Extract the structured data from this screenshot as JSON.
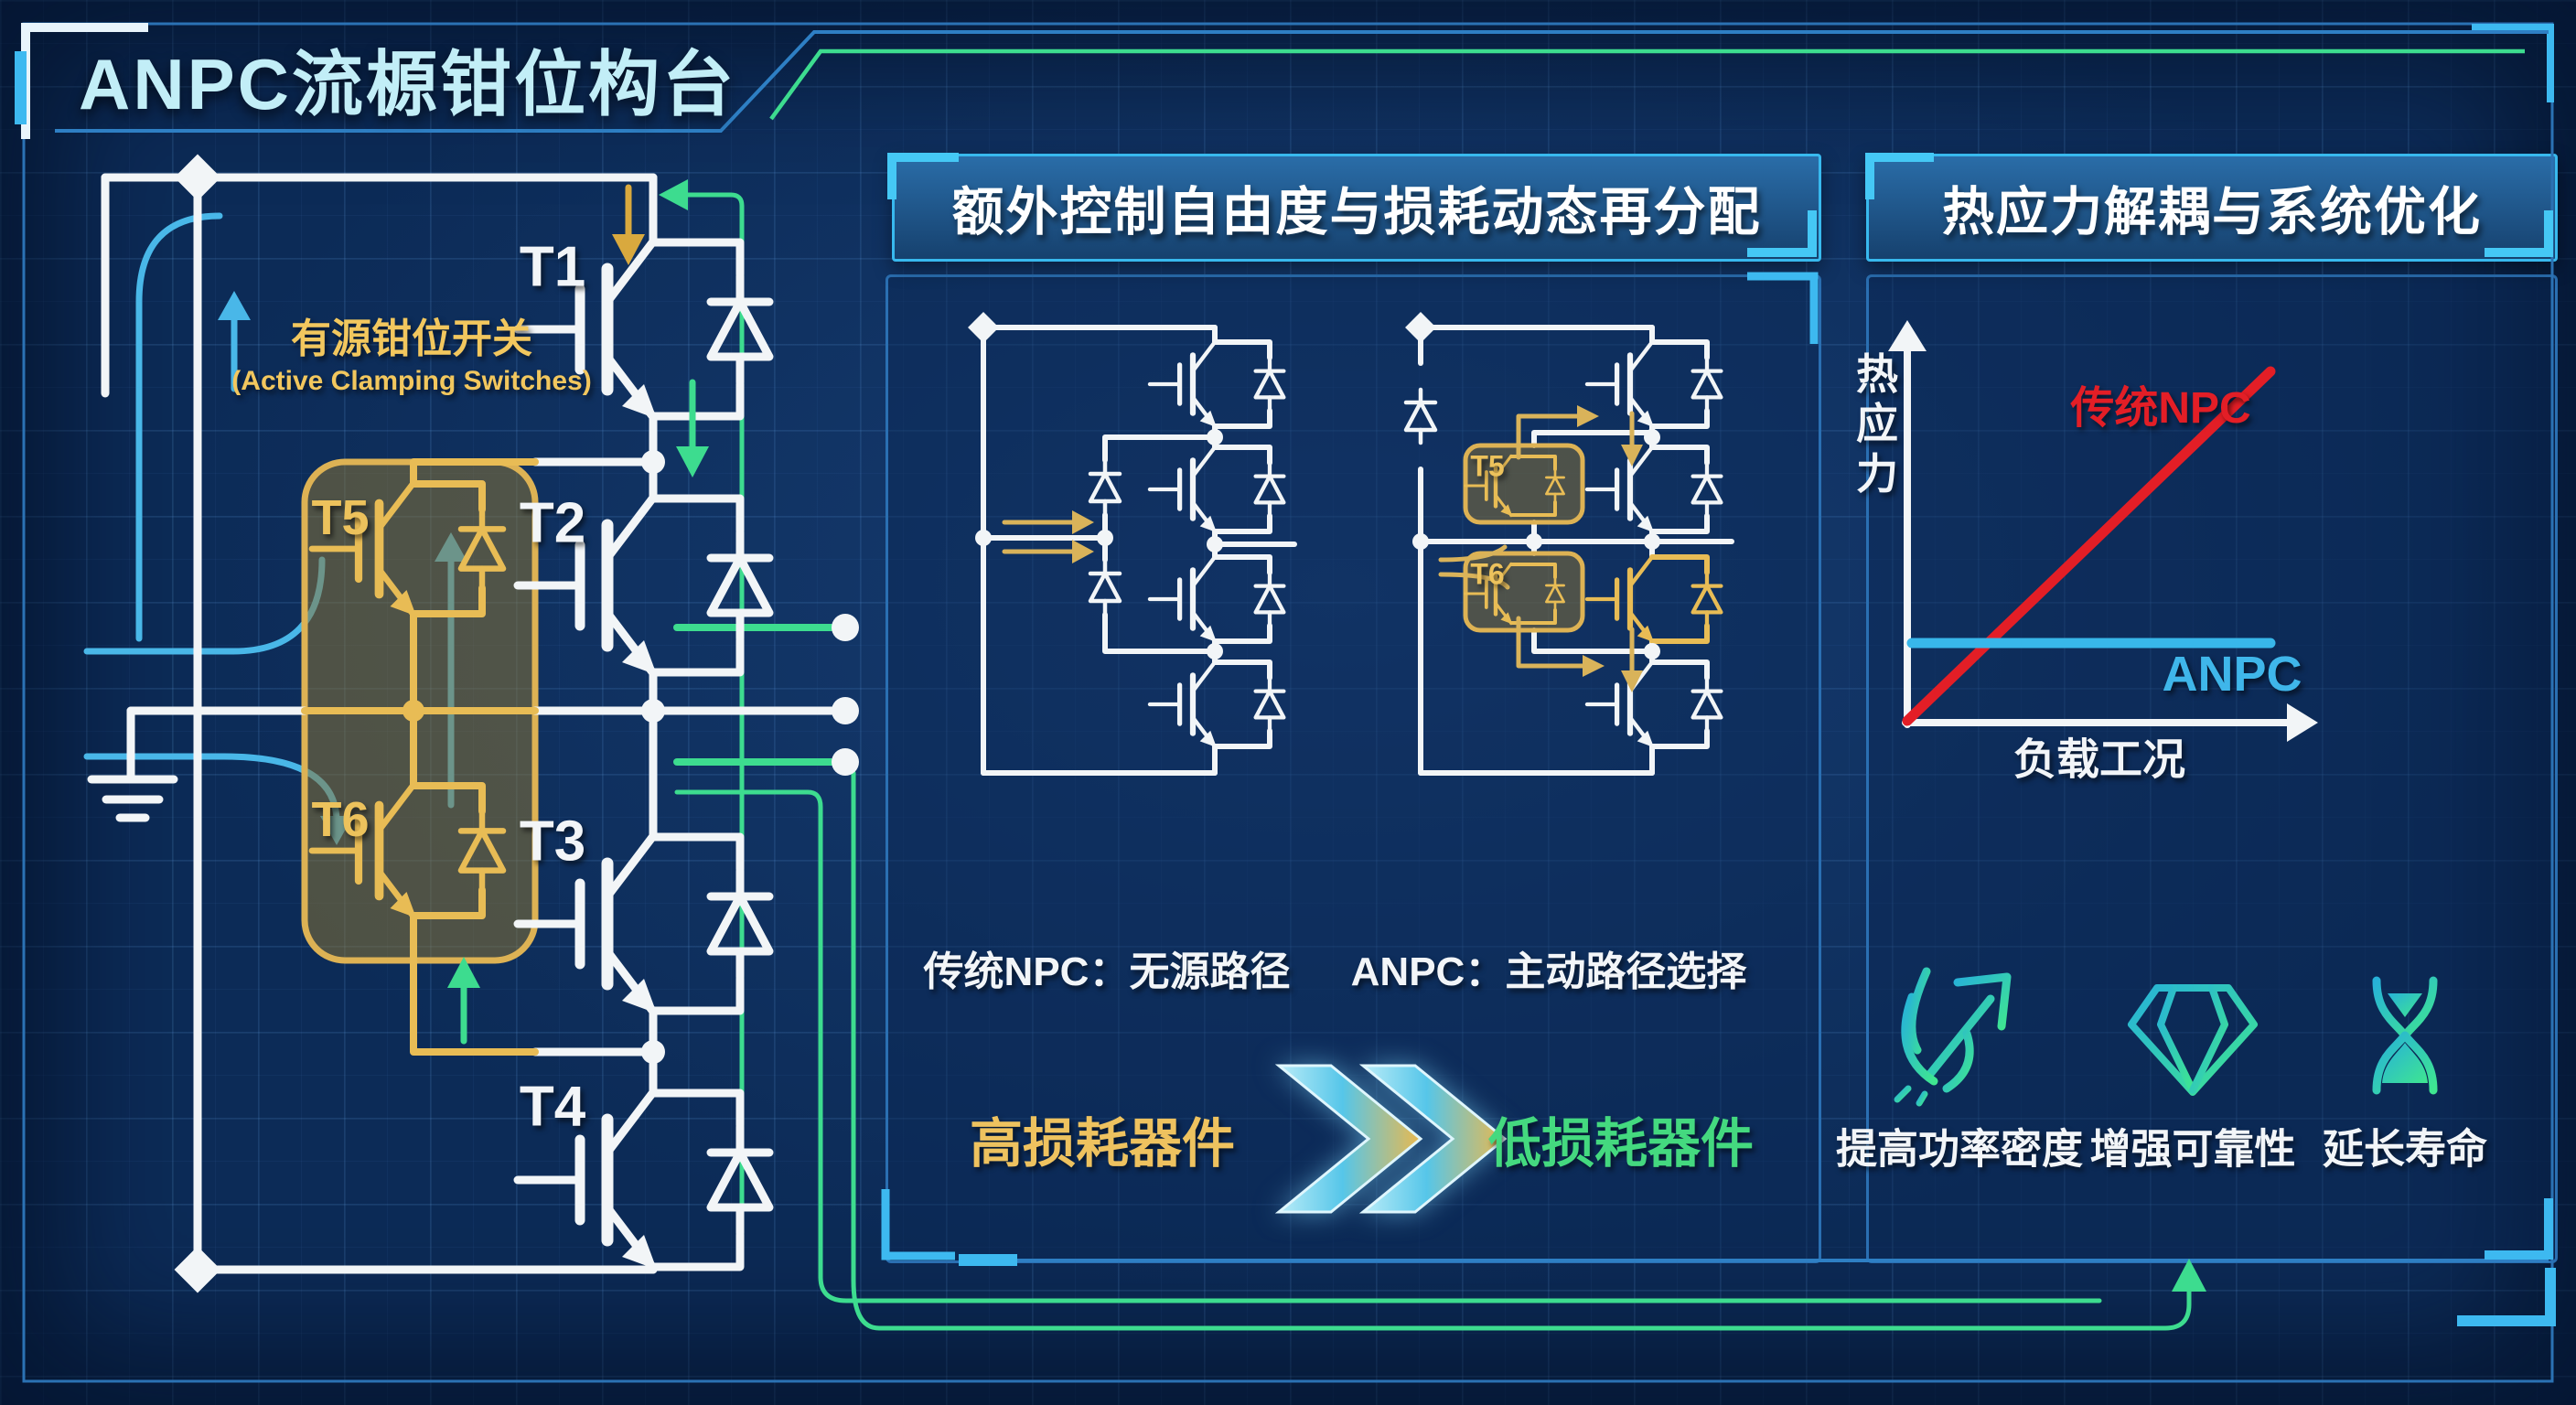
{
  "title": "ANPC流榞钳位构台",
  "left_circuit": {
    "clamp_label_cn": "有源钳位开关",
    "clamp_label_en": "(Active Clamping Switches)",
    "devices": [
      "T1",
      "T2",
      "T3",
      "T4"
    ],
    "clamp_devices": [
      "T5",
      "T6"
    ]
  },
  "middle_panel": {
    "header": "额外控制自由度与损耗动态再分配",
    "npc_caption": "传统NPC：无源路径",
    "anpc_caption": "ANPC：主动路径选择",
    "mini_clamp_devices": [
      "T5",
      "T6"
    ],
    "loss_flow": {
      "from": "高损耗器件",
      "to": "低损耗器件"
    }
  },
  "right_panel": {
    "header": "热应力解耦与系统优化",
    "chart_data": {
      "type": "line",
      "title": "",
      "xlabel": "负载工况",
      "ylabel": "热应力",
      "x_range": [
        0,
        1
      ],
      "y_range": [
        0,
        1
      ],
      "grid": false,
      "legend_position": "inline",
      "series": [
        {
          "name": "传统NPC",
          "color": "#e31e26",
          "x": [
            0,
            1
          ],
          "y": [
            0,
            0.95
          ]
        },
        {
          "name": "ANPC",
          "color": "#38b7ea",
          "x": [
            0,
            1
          ],
          "y": [
            0.22,
            0.22
          ]
        }
      ]
    },
    "benefits": [
      {
        "icon": "rocket-arrow-icon",
        "label": "提高功率密度"
      },
      {
        "icon": "diamond-icon",
        "label": "增强可靠性"
      },
      {
        "icon": "hourglass-icon",
        "label": "延长寿命"
      }
    ]
  },
  "colors": {
    "background": "#0c2b57",
    "accent_cyan": "#3db9f0",
    "accent_green": "#3ddc8f",
    "accent_gold": "#e8bc55",
    "wire_white": "#f2f5f7",
    "line_blue": "#2e7fc4",
    "red": "#e31e26"
  }
}
